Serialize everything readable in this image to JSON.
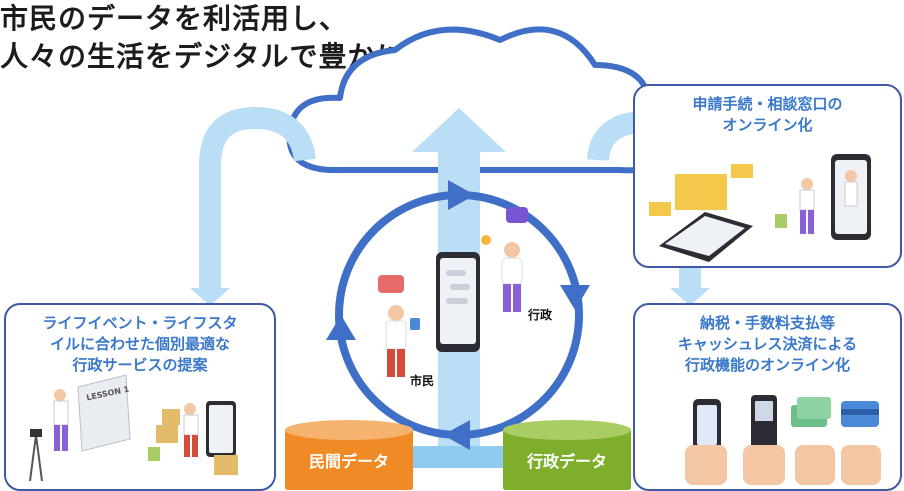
{
  "title": {
    "line1": "市民のデータを利活用し、",
    "line2": "人々の生活をデジタルで豊かに"
  },
  "panels": {
    "top_right": {
      "line1": "申請手続・相談窓口の",
      "line2": "オンライン化"
    },
    "bottom_left": {
      "line1": "ライフイベント・ライフスタ",
      "line2": "イルに合わせた個別最適な",
      "line3": "行政サービスの提案",
      "board_text": "LESSON 1"
    },
    "bottom_right": {
      "line1": "納税・手数料支払等",
      "line2": "キャッシュレス決済による",
      "line3": "行政機能のオンライン化"
    }
  },
  "cycle": {
    "citizen_label": "市民",
    "government_label": "行政"
  },
  "databases": {
    "private": "民間データ",
    "government": "行政データ"
  },
  "colors": {
    "light_blue": "#b9def6",
    "mid_blue": "#8fcaf0",
    "cycle_blue": "#3f6fc7",
    "panel_border": "#3d5aa6",
    "text_blue": "#3a78c9",
    "orange": "#f08a24",
    "green": "#7fae2d"
  }
}
